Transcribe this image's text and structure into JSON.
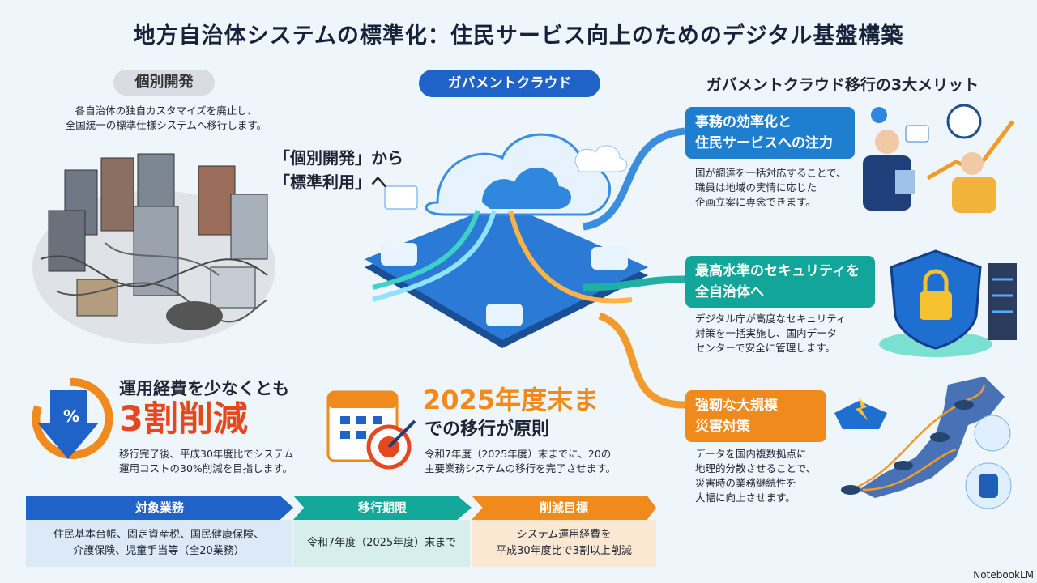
{
  "title": "地方自治体システムの標準化：住民サービス向上のためのデジタル基盤構築",
  "left": {
    "pill": "個別開発",
    "desc_line1": "各自治体の独自カスタマイズを廃止し、",
    "desc_line2": "全国統一の標準仕様システムへ移行します。"
  },
  "center": {
    "pill": "ガバメントクラウド",
    "transition_line1": "「個別開発」から",
    "transition_line2": "「標準利用」へ"
  },
  "merits": {
    "title": "ガバメントクラウド移行の3大メリット",
    "items": [
      {
        "heading_line1": "事務の効率化と",
        "heading_line2": "住民サービスへの注力",
        "desc_line1": "国が調達を一括対応することで、",
        "desc_line2": "職員は地域の実情に応じた",
        "desc_line3": "企画立案に専念できます。",
        "color": "#1e7fd0"
      },
      {
        "heading_line1": "最高水準のセキュリティを",
        "heading_line2": "全自治体へ",
        "desc_line1": "デジタル庁が高度なセキュリティ",
        "desc_line2": "対策を一括実施し、国内データ",
        "desc_line3": "センターで安全に管理します。",
        "color": "#12a59a"
      },
      {
        "heading_line1": "強靭な大規模",
        "heading_line2": "災害対策",
        "desc_line1": "データを国内複数拠点に",
        "desc_line2": "地理的分散させることで、",
        "desc_line3": "災害時の業務継続性を",
        "desc_line4": "大幅に向上させます。",
        "color": "#f08a1c"
      }
    ]
  },
  "cost": {
    "heading": "運用経費を少なくとも",
    "big": "3割削減",
    "desc_line1": "移行完了後、平成30年度比でシステム",
    "desc_line2": "運用コストの30%削減を目指します。",
    "icon_label": "%"
  },
  "deadline": {
    "big": "2025年度末ま",
    "sub": "での移行が原則",
    "desc_line1": "令和7年度（2025年度）末までに、20の",
    "desc_line2": "主要業務システムの移行を完了させます。"
  },
  "table": {
    "headers": [
      "対象業務",
      "移行期限",
      "削減目標"
    ],
    "cells": [
      {
        "line1": "住民基本台帳、固定資産税、国民健康保険、",
        "line2": "介護保険、児童手当等（全20業務）"
      },
      {
        "line1": "令和7年度（2025年度）末まで",
        "line2": ""
      },
      {
        "line1": "システム運用経費を",
        "line2": "平成30年度比で3割以上削減"
      }
    ]
  },
  "watermark": "NotebookLM"
}
